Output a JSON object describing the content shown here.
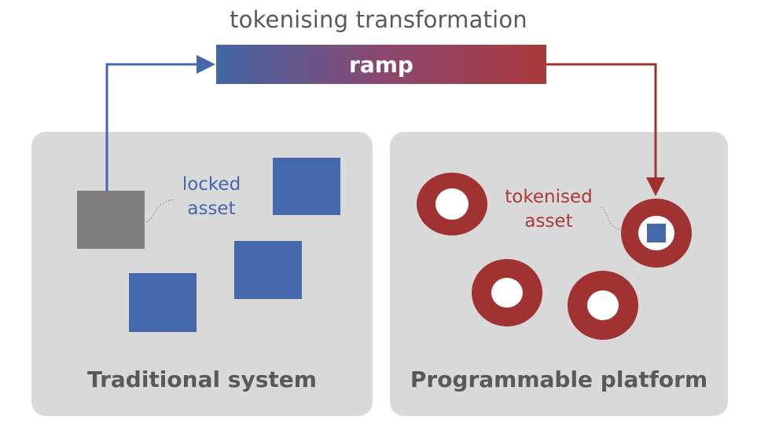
{
  "title": "tokenising transformation",
  "ramp_label": "ramp",
  "left_panel": {
    "label": "Traditional system",
    "annotation_line1": "locked",
    "annotation_line2": "asset"
  },
  "right_panel": {
    "label": "Programmable platform",
    "annotation_line1": "tokenised",
    "annotation_line2": "asset"
  },
  "colors": {
    "blue": "#4468aa",
    "red": "#a03232",
    "gray": "#7f7f7f",
    "panel": "#d9d9d9"
  }
}
